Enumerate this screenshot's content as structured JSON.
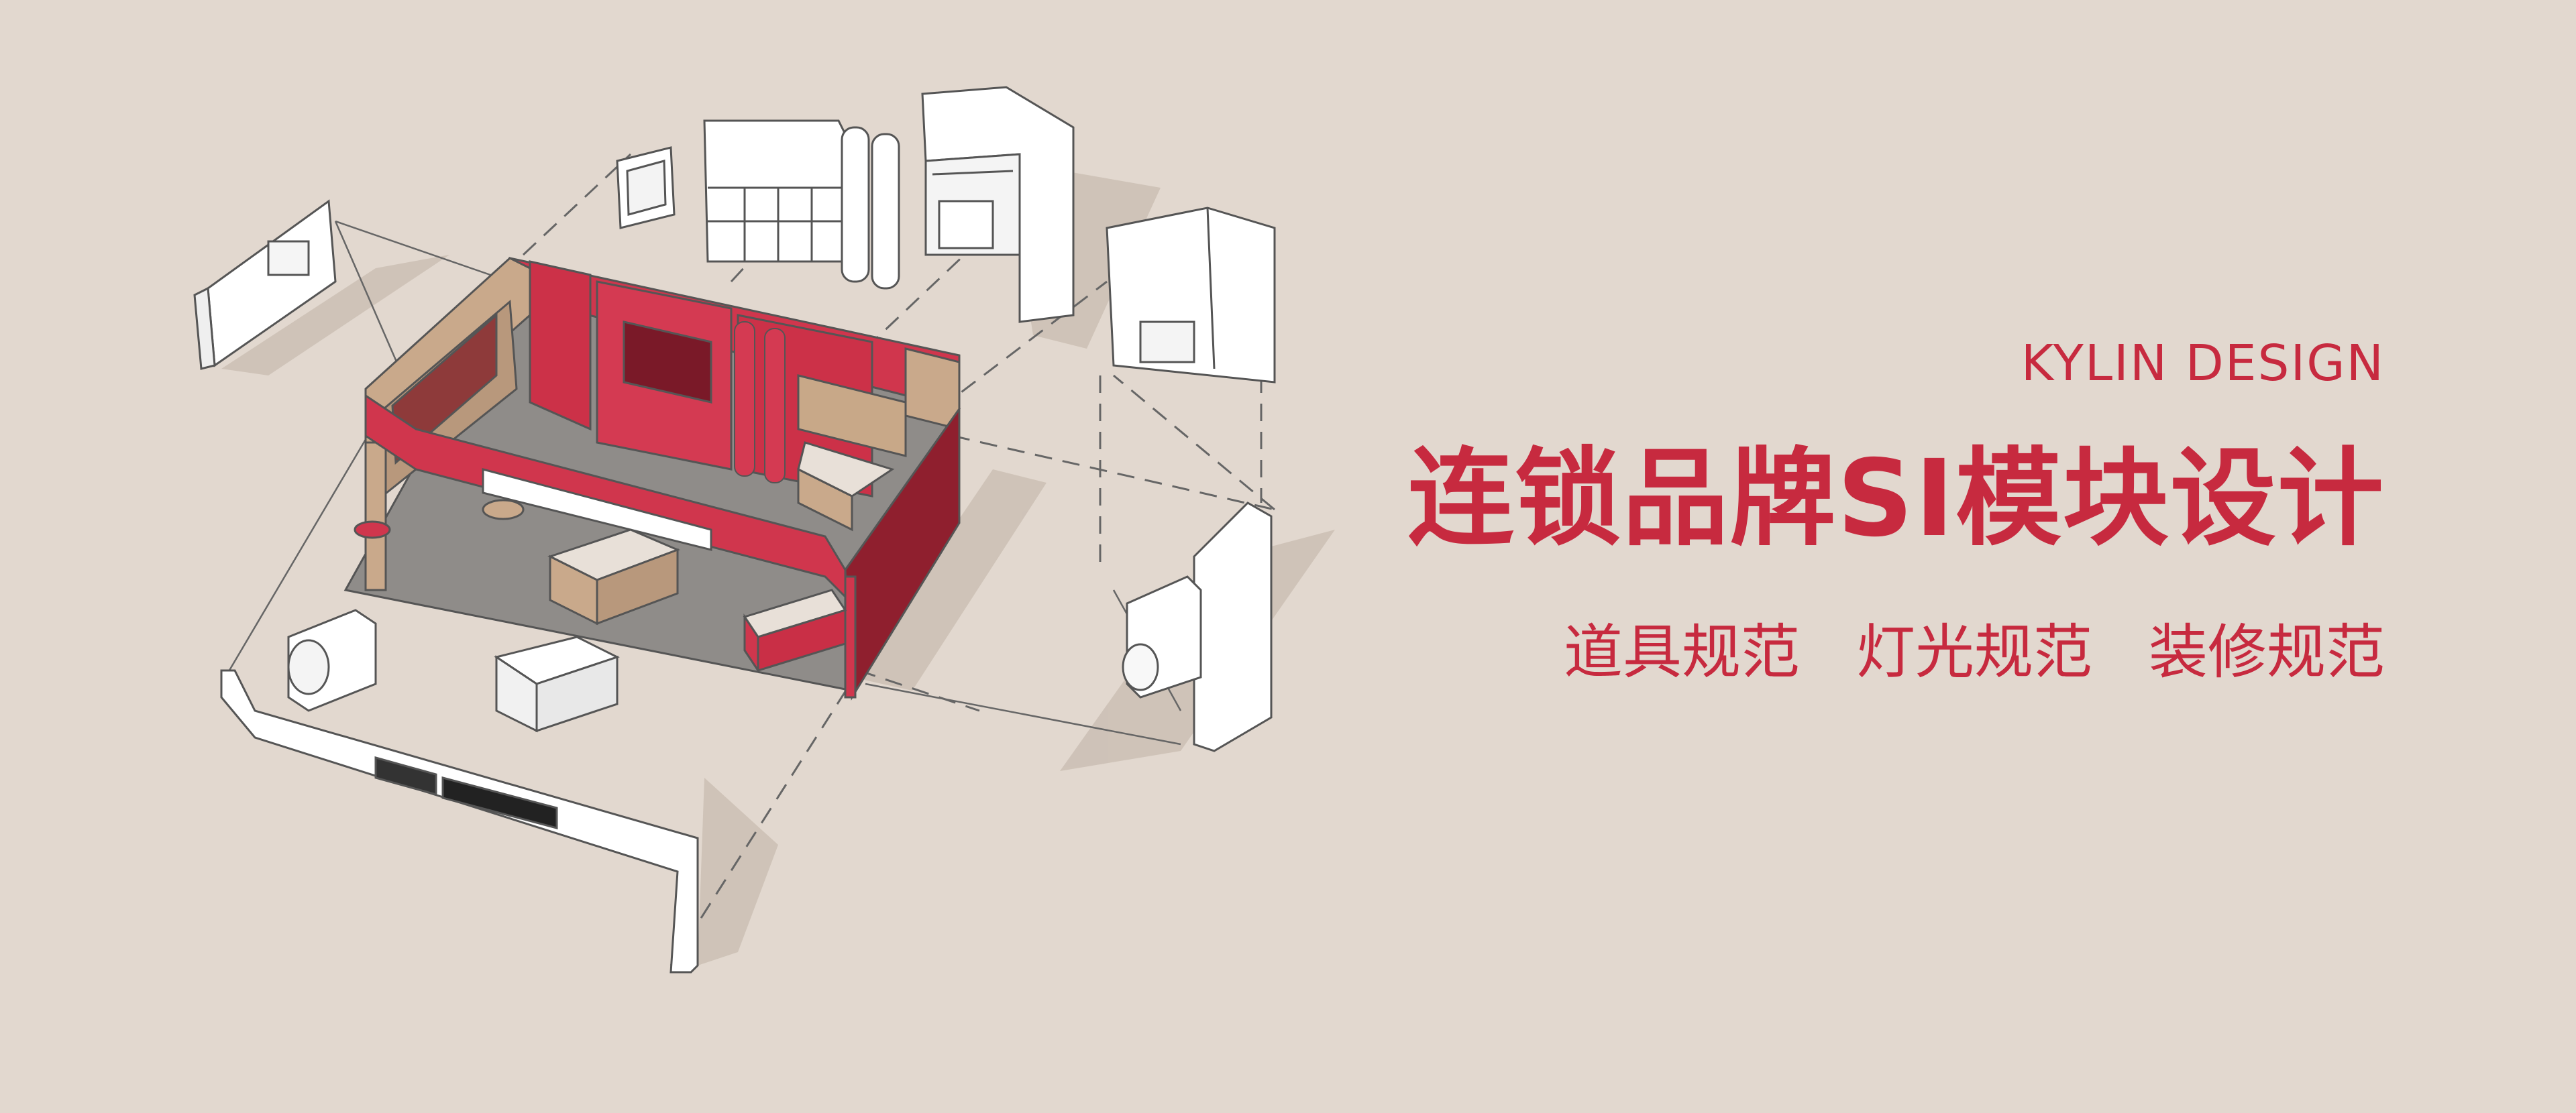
{
  "banner": {
    "brand": "KYLIN DESIGN",
    "title": "连锁品牌SI模块设计",
    "tags": [
      "道具规范",
      "灯光规范",
      "装修规范"
    ]
  },
  "colors": {
    "background": "#e2d8cf",
    "accent": "#c72a3f",
    "accent_dark": "#8f1f2e",
    "wood": "#c9a98b",
    "floor": "#8f8c89",
    "line": "#555555"
  }
}
